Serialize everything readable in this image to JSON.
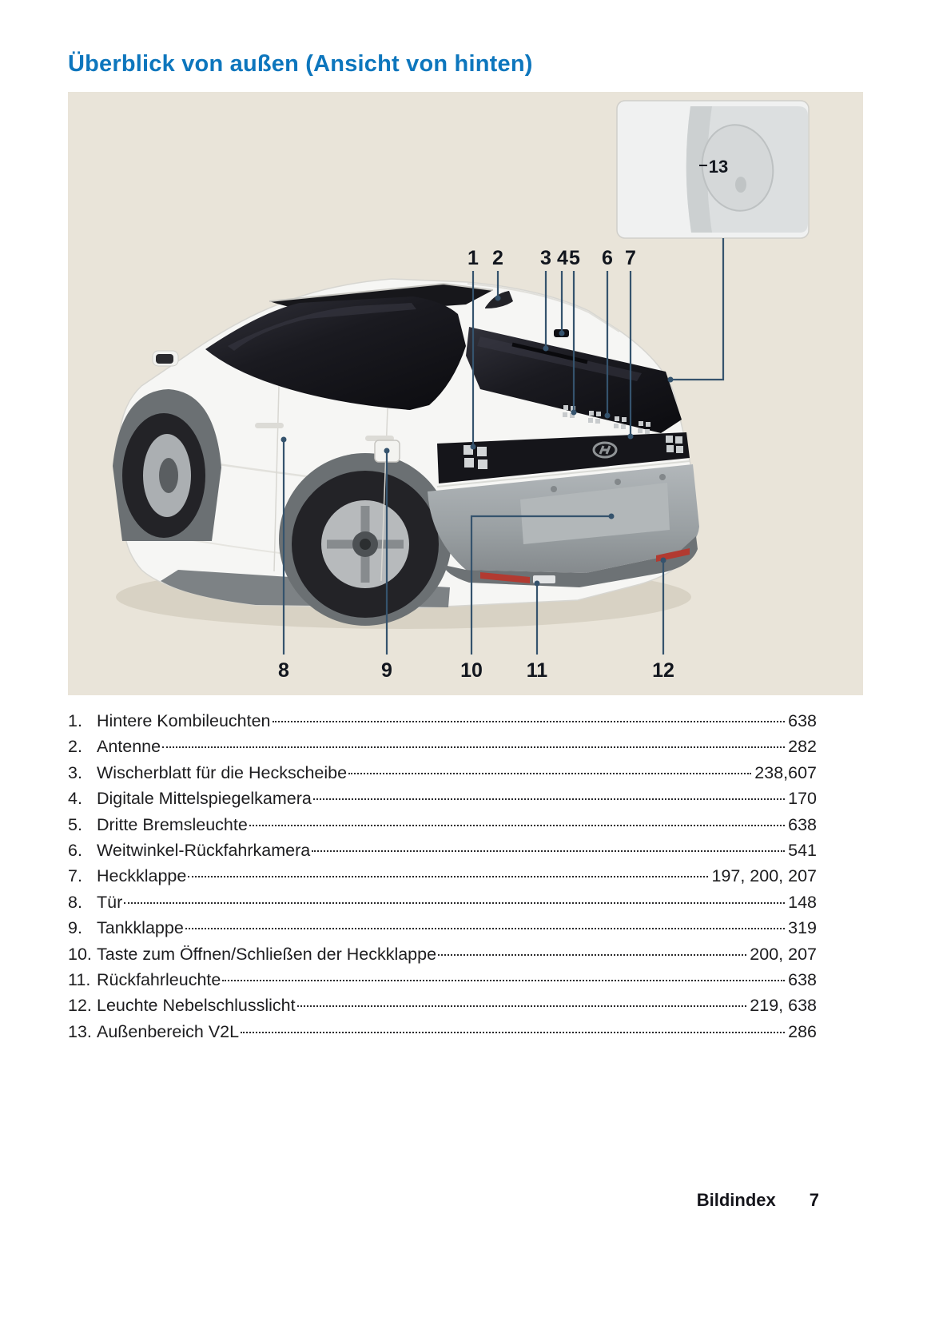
{
  "page": {
    "title": "Überblick von außen (Ansicht von hinten)",
    "footer": {
      "label": "Bildindex",
      "page_number": "7"
    },
    "colors": {
      "title_blue": "#0d76bd",
      "figure_background": "#e9e4d9",
      "leader_line": "#35536d"
    }
  },
  "figure": {
    "description": "Rear three-quarter view of SUV with numbered callouts and V2L inset detail",
    "callouts": {
      "c1": "1",
      "c2": "2",
      "c3": "3",
      "c4": "4",
      "c5": "5",
      "c6": "6",
      "c7": "7",
      "c8": "8",
      "c9": "9",
      "c10": "10",
      "c11": "11",
      "c12": "12",
      "c13": "13"
    }
  },
  "index": {
    "items": [
      {
        "num": "1.",
        "label": "Hintere Kombileuchten",
        "pages": "638"
      },
      {
        "num": "2.",
        "label": "Antenne",
        "pages": "282"
      },
      {
        "num": "3.",
        "label": "Wischerblatt für die Heckscheibe",
        "pages": "238,607"
      },
      {
        "num": "4.",
        "label": "Digitale Mittelspiegelkamera",
        "pages": "170"
      },
      {
        "num": "5.",
        "label": "Dritte Bremsleuchte",
        "pages": "638"
      },
      {
        "num": "6.",
        "label": "Weitwinkel-Rückfahrkamera",
        "pages": "541"
      },
      {
        "num": "7.",
        "label": "Heckklappe",
        "pages": "197, 200, 207"
      },
      {
        "num": "8.",
        "label": "Tür",
        "pages": "148"
      },
      {
        "num": "9.",
        "label": "Tankklappe",
        "pages": "319"
      },
      {
        "num": "10.",
        "label": "Taste zum Öffnen/Schließen der Heckklappe",
        "pages": "200, 207"
      },
      {
        "num": "11.",
        "label": "Rückfahrleuchte",
        "pages": "638"
      },
      {
        "num": "12.",
        "label": "Leuchte Nebelschlusslicht",
        "pages": "219, 638"
      },
      {
        "num": "13.",
        "label": "Außenbereich V2L",
        "pages": "286"
      }
    ]
  }
}
